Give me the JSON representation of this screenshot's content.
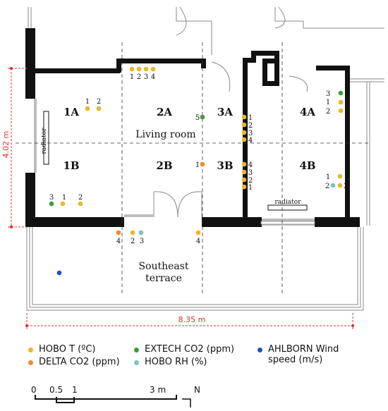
{
  "zones": {
    "z1a": "1A",
    "z2a": "2A",
    "z3a": "3A",
    "z4a": "4A",
    "z1b": "1B",
    "z2b": "2B",
    "z3b": "3B",
    "z4b": "4B"
  },
  "labels": {
    "living_room": "Living room",
    "terrace_line1": "Southeast",
    "terrace_line2": "terrace",
    "radiator": "radiator",
    "height_dim": "4.02 m",
    "width_dim": "8.35 m"
  },
  "sensor_numbers": {
    "one": "1",
    "two": "2",
    "three": "3",
    "four": "4",
    "five": "5"
  },
  "legend": {
    "hobo_t": "HOBO T (ºC)",
    "delta_co2": "DELTA CO2 (ppm)",
    "extech_co2": "EXTECH CO2 (ppm)",
    "hobo_rh": "HOBO RH (%)",
    "ahlborn_line1": "AHLBORN Wind",
    "ahlborn_line2": "speed (m/s)"
  },
  "scale": {
    "t0": "0",
    "t05": "0.5",
    "t1": "1",
    "t3": "3 m"
  },
  "north": "N",
  "colors": {
    "hobo_t": "#e8b928",
    "delta_co2": "#f08a2c",
    "extech_co2": "#3f9a3c",
    "hobo_rh": "#79c3c4",
    "ahlborn": "#1f56b0",
    "dimension": "#e0302a"
  }
}
